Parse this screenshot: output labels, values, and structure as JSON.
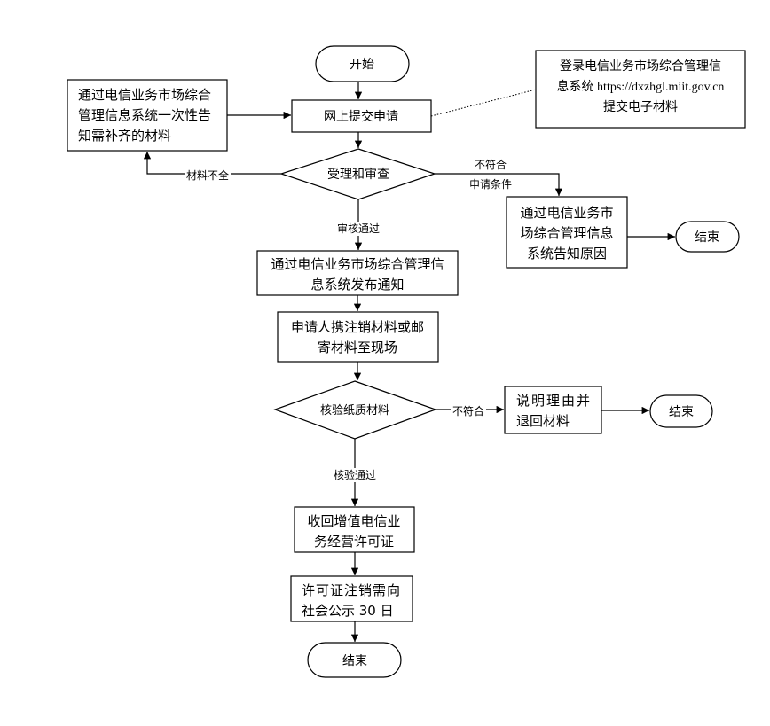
{
  "start": {
    "label": "开始"
  },
  "submit": {
    "label": "网上提交申请"
  },
  "notify_missing": {
    "lines": [
      "通过电信业务市场综合",
      "管理信息系统一次性告",
      "知需补齐的材料"
    ]
  },
  "online_login": {
    "lines": [
      "登录电信业务市场综合管理信",
      "息系统 https://dxzhgl.miit.gov.cn",
      "提交电子材料"
    ]
  },
  "review": {
    "label": "受理和审查"
  },
  "edge_incomplete": {
    "label": "材料不全"
  },
  "edge_not_qualified": {
    "lines": [
      "不符合",
      "申请条件"
    ]
  },
  "notify_reason": {
    "lines": [
      "通过电信业务市",
      "场综合管理信息",
      "系统告知原因"
    ]
  },
  "end_1": {
    "label": "结束"
  },
  "edge_review_pass": {
    "label": "审核通过"
  },
  "publish_notice": {
    "lines": [
      "通过电信业务市场综合管理信",
      "息系统发布通知"
    ]
  },
  "bring_materials": {
    "lines": [
      "申请人携注销材料或邮",
      "寄材料至现场"
    ]
  },
  "verify": {
    "label": "核验纸质材料"
  },
  "edge_not_match": {
    "label": "不符合"
  },
  "return_materials": {
    "lines": [
      "说明理由并",
      "退回材料"
    ]
  },
  "end_2": {
    "label": "结束"
  },
  "edge_verify_pass": {
    "label": "核验通过"
  },
  "revoke_license": {
    "lines": [
      "收回增值电信业",
      "务经营许可证"
    ]
  },
  "publicize": {
    "lines": [
      "许可证注销需向",
      "社会公示 30 日"
    ]
  },
  "end_3": {
    "label": "结束"
  }
}
